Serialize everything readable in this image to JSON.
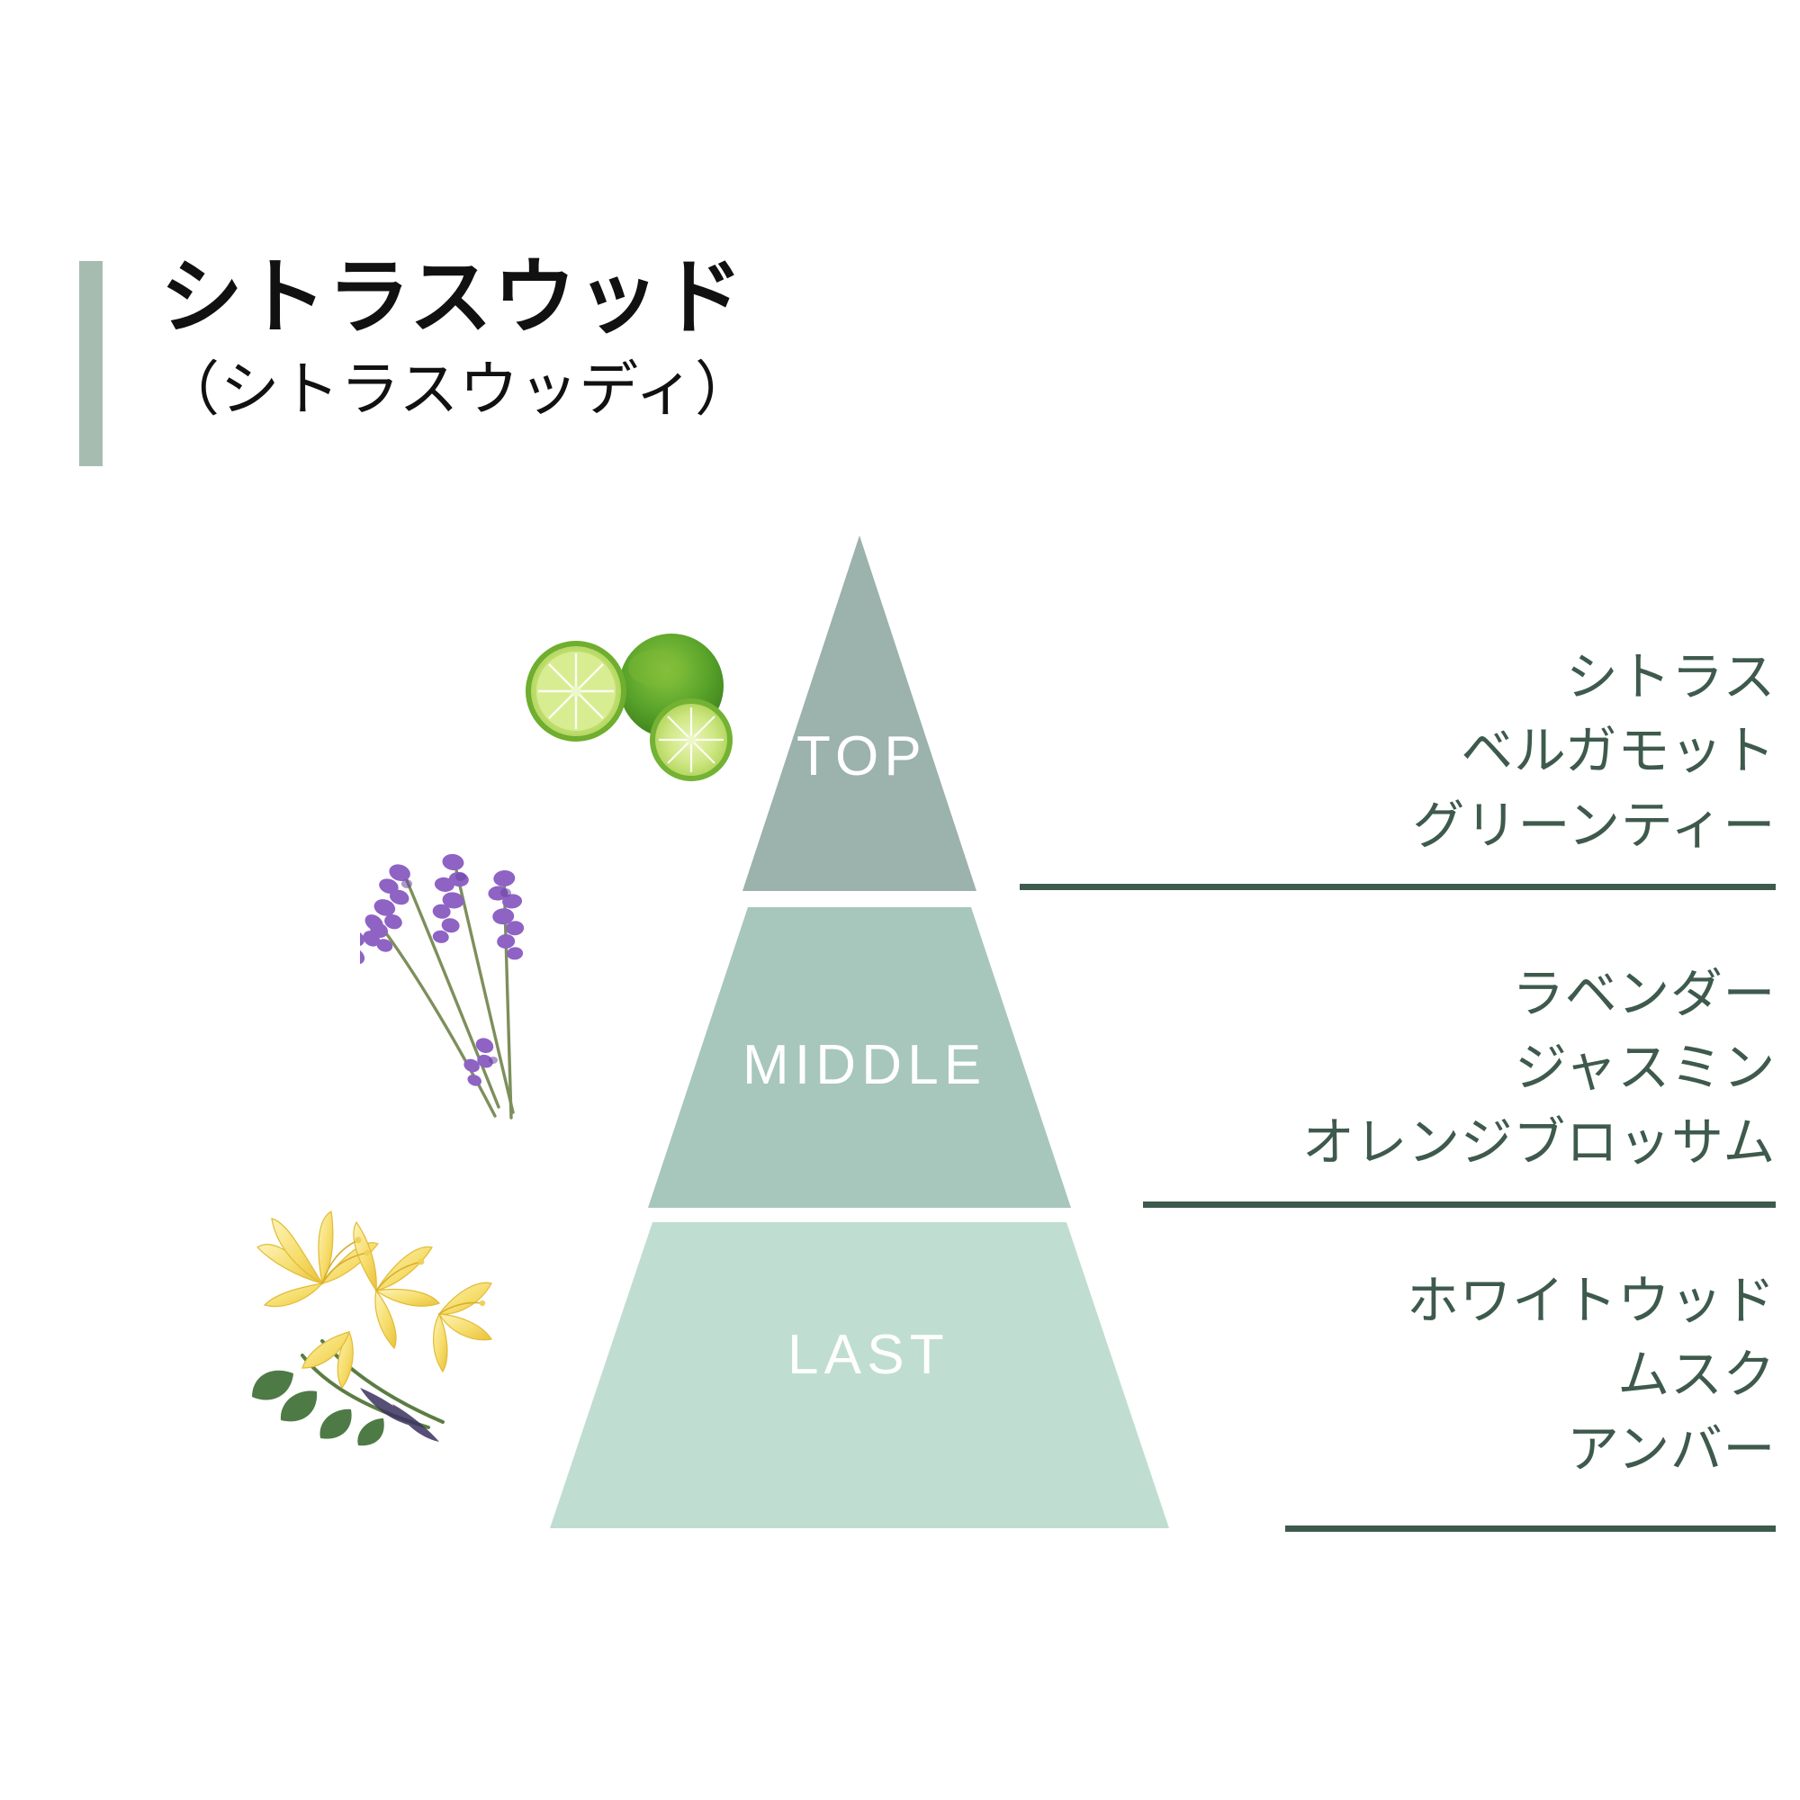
{
  "header": {
    "title": "シトラスウッド",
    "subtitle": "（シトラスウッディ）",
    "accent_color": "#a6bcb0"
  },
  "colors": {
    "background": "#ffffff",
    "accent_bar": "#a6bcb0",
    "tier_top": "#9cb2ac",
    "tier_middle": "#a7c6bc",
    "tier_last": "#bfded1",
    "note_text": "#3e5a4d",
    "divider": "#3e5a4d",
    "tier_label_text": "#ffffff",
    "title_text": "#111111"
  },
  "pyramid": {
    "tiers": [
      {
        "key": "top",
        "label": "TOP",
        "fill": "#9cb2ac",
        "notes": [
          "シトラス",
          "ベルガモット",
          "グリーンティー"
        ],
        "botanical": "lime-fruit-illustration"
      },
      {
        "key": "middle",
        "label": "MIDDLE",
        "fill": "#a7c6bc",
        "notes": [
          "ラベンダー",
          "ジャスミン",
          "オレンジブロッサム"
        ],
        "botanical": "lavender-flower-illustration"
      },
      {
        "key": "last",
        "label": "LAST",
        "fill": "#bfded1",
        "notes": [
          "ホワイトウッド",
          "ムスク",
          "アンバー"
        ],
        "botanical": "honeysuckle-flower-illustration"
      }
    ]
  },
  "icons": {
    "lime": "lime-icon",
    "lavender": "lavender-icon",
    "honeysuckle": "honeysuckle-icon"
  }
}
